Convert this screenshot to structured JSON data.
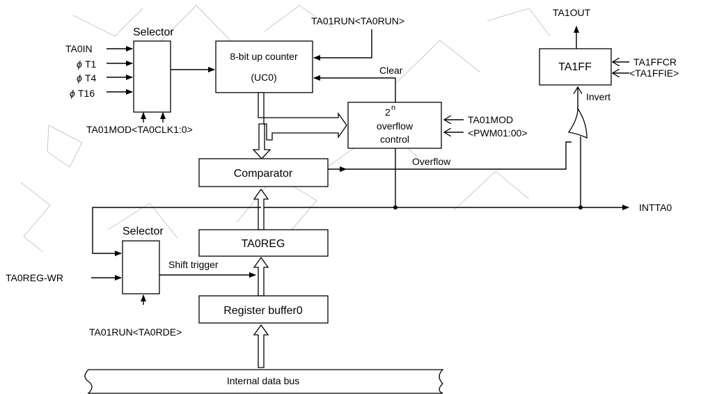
{
  "blocks": {
    "selector_top": "Selector",
    "selector_bottom": "Selector",
    "counter_line1": "8-bit up counter",
    "counter_line2": "(UC0)",
    "overflow_ctrl_base": "2",
    "overflow_ctrl_exp": "n",
    "overflow_ctrl_line2": "overflow",
    "overflow_ctrl_line3": "control",
    "comparator": "Comparator",
    "ta0reg": "TA0REG",
    "register_buffer": "Register buffer0",
    "ta1ff": "TA1FF",
    "internal_bus": "Internal data bus"
  },
  "signals": {
    "ta0in": "TA0IN",
    "phi_t1_sym": "ϕ",
    "phi_t1": "T1",
    "phi_t4_sym": "ϕ",
    "phi_t4": "T4",
    "phi_t16_sym": "ϕ",
    "phi_t16": "T16",
    "clk_select": "TA01MOD<TA0CLK1:0>",
    "run": "TA01RUN<TA0RUN>",
    "clear": "Clear",
    "pwm_mode_1": "TA01MOD",
    "pwm_mode_2": "<PWM01:00>",
    "overflow": "Overflow",
    "ta1out": "TA1OUT",
    "ffcr_1": "TA1FFCR",
    "ffcr_2": "<TA1FFIE>",
    "invert": "Invert",
    "intta0": "INTTA0",
    "shift_trigger": "Shift trigger",
    "reg_wr": "TA0REG-WR",
    "rde": "TA01RUN<TA0RDE>"
  }
}
